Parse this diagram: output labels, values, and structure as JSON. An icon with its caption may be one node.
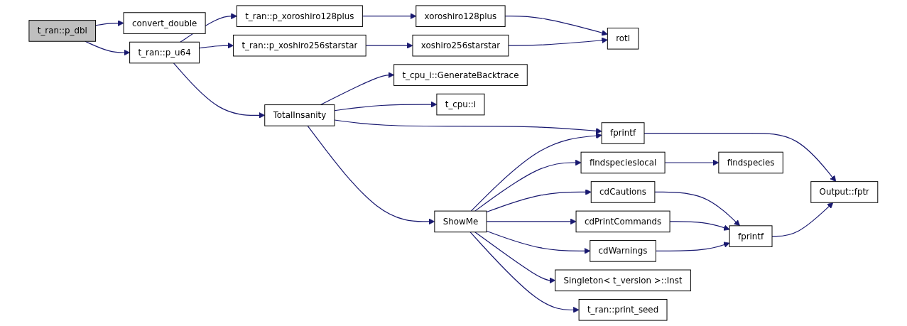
{
  "diagram": {
    "nodes": [
      {
        "text": [
          "t_ran::p_dbl"
        ]
      },
      {
        "text": [
          "convert_double"
        ]
      },
      {
        "text": [
          "t_ran::p_u64"
        ]
      },
      {
        "text": [
          "t_ran::p_xoroshiro128plus"
        ]
      },
      {
        "text": [
          "xoroshiro128plus"
        ]
      },
      {
        "text": [
          "rotl"
        ]
      },
      {
        "text": [
          "t_ran::p_xoshiro256starstar"
        ]
      },
      {
        "text": [
          "xoshiro256starstar"
        ]
      },
      {
        "text": [
          "TotalInsanity"
        ]
      },
      {
        "text": [
          "fprintf"
        ]
      },
      {
        "text": [
          "Output::fptr"
        ]
      },
      {
        "text": [
          "t_cpu_i::GenerateBacktrace"
        ]
      },
      {
        "text": [
          "t_cpu::i"
        ]
      },
      {
        "text": [
          "ShowMe"
        ]
      },
      {
        "text": [
          "cdCautions"
        ]
      },
      {
        "text": [
          "cdPrintCommands"
        ]
      },
      {
        "text": [
          "fprintf"
        ]
      },
      {
        "text": [
          "cdWarnings"
        ]
      },
      {
        "text": [
          "findspecieslocal"
        ]
      },
      {
        "text": [
          "findspecies"
        ]
      },
      {
        "text": [
          "Singleton< t_version >::Inst"
        ]
      },
      {
        "text": [
          "t_ran::print_seed"
        ]
      }
    ],
    "edges": [
      {
        "from": 0,
        "to": 1,
        "arrow": "to"
      },
      {
        "from": 0,
        "to": 2,
        "arrow": "to"
      },
      {
        "from": 2,
        "to": 3,
        "arrow": "to"
      },
      {
        "from": 3,
        "to": 4,
        "arrow": "to"
      },
      {
        "from": 4,
        "to": 5,
        "arrow": "to"
      },
      {
        "from": 2,
        "to": 6,
        "arrow": "to"
      },
      {
        "from": 6,
        "to": 7,
        "arrow": "to"
      },
      {
        "from": 7,
        "to": 5,
        "arrow": "to"
      },
      {
        "from": 2,
        "to": 8,
        "arrow": "to"
      },
      {
        "from": 8,
        "to": 9,
        "arrow": "to"
      },
      {
        "from": 9,
        "to": 10,
        "arrow": "to"
      },
      {
        "from": 8,
        "to": 11,
        "arrow": "to"
      },
      {
        "from": 8,
        "to": 12,
        "arrow": "to"
      },
      {
        "from": 8,
        "to": 13,
        "arrow": "to"
      },
      {
        "from": 13,
        "to": 9,
        "arrow": "to"
      },
      {
        "from": 13,
        "to": 14,
        "arrow": "to"
      },
      {
        "from": 13,
        "to": 15,
        "arrow": "to"
      },
      {
        "from": 13,
        "to": 17,
        "arrow": "to"
      },
      {
        "from": 14,
        "to": 16,
        "arrow": "to"
      },
      {
        "from": 15,
        "to": 16,
        "arrow": "to"
      },
      {
        "from": 17,
        "to": 16,
        "arrow": "to"
      },
      {
        "from": 16,
        "to": 10,
        "arrow": "to"
      },
      {
        "from": 13,
        "to": 18,
        "arrow": "to"
      },
      {
        "from": 18,
        "to": 19,
        "arrow": "to"
      },
      {
        "from": 13,
        "to": 20,
        "arrow": "to"
      },
      {
        "from": 13,
        "to": 21,
        "arrow": "to"
      }
    ]
  }
}
